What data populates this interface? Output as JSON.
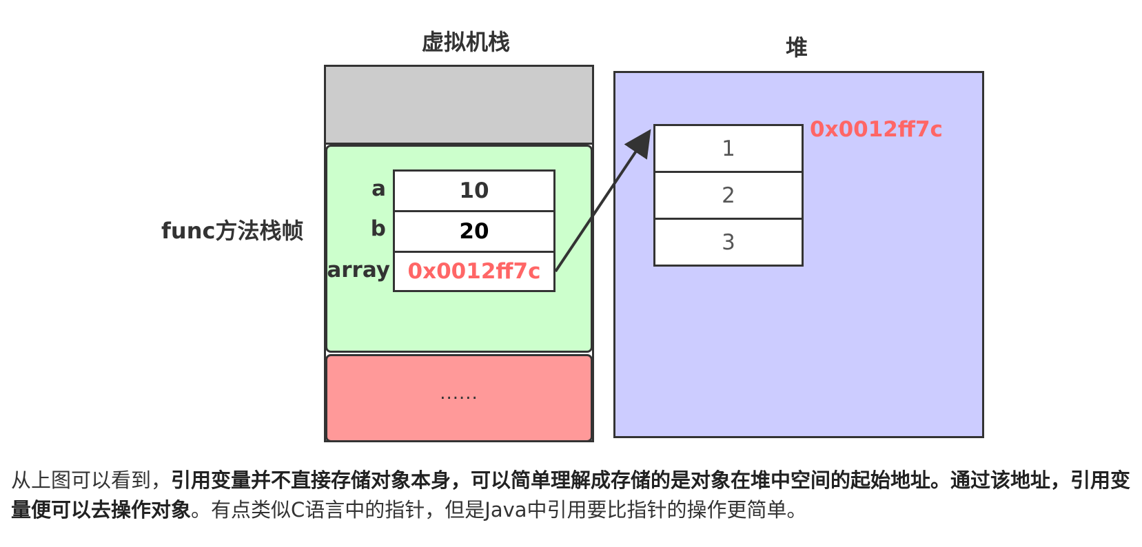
{
  "diagram": {
    "stack_title": "虚拟机栈",
    "heap_title": "堆",
    "frame_label": "func方法栈帧",
    "variables": [
      {
        "name": "a",
        "value": "10"
      },
      {
        "name": "b",
        "value": "20"
      },
      {
        "name": "array",
        "value": "0x0012ff7c"
      }
    ],
    "heap_address": "0x0012ff7c",
    "heap_elements": [
      "1",
      "2",
      "3"
    ],
    "lower_frame_text": "......",
    "colors": {
      "stack_top": "#cccccc",
      "frame": "#ccffcc",
      "lower_frame": "#ff9999",
      "heap": "#ccccff",
      "address_text": "#ff6666",
      "border": "#333333"
    }
  },
  "caption": {
    "part1": "从上图可以看到，",
    "part2_bold": "引用变量并不直接存储对象本身，可以简单理解成存储的是对象在堆中空间的起始地址。通过该地址，引用变量便可以去操作对象",
    "part3": "。有点类似C语言中的指针，但是Java中引用要比指针的操作更简单。"
  }
}
